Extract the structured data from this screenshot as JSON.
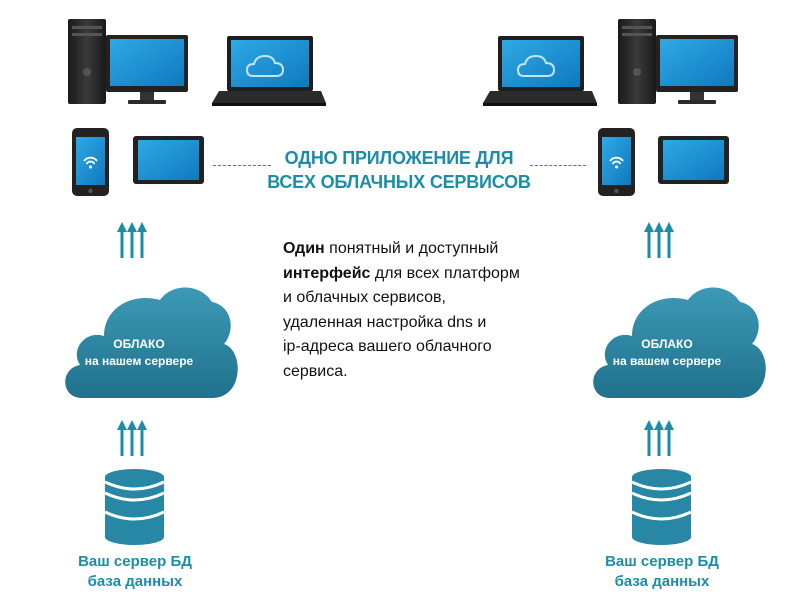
{
  "title": {
    "line1": "ОДНО ПРИЛОЖЕНИЕ ДЛЯ",
    "line2": "ВСЕХ ОБЛАЧНЫХ СЕРВИСОВ"
  },
  "description": {
    "bold1": "Один",
    "text1": " понятный и доступный",
    "bold2": "интерфейс",
    "text2": " для всех платформ",
    "line3": "и облачных сервисов,",
    "line4": "удаленная настройка dns и",
    "line5": "ip-адреса вашего облачного",
    "line6": "сервиса."
  },
  "left": {
    "cloud_line1": "ОБЛАКО",
    "cloud_line2": "на нашем сервере",
    "db_line1": "Ваш сервер БД",
    "db_line2": "база данных"
  },
  "right": {
    "cloud_line1": "ОБЛАКО",
    "cloud_line2": "на вашем сервере",
    "db_line1": "Ваш сервер БД",
    "db_line2": "база данных"
  },
  "colors": {
    "accent": "#1b8da7",
    "cloud": "#2b86a3",
    "database": "#2787a4",
    "device_dark": "#2a2a2a",
    "screen_blue": "#1e96d6"
  },
  "icons": [
    "desktop-computer-icon",
    "laptop-cloud-icon",
    "smartphone-wifi-icon",
    "tablet-icon",
    "up-arrows-icon",
    "cloud-icon",
    "database-icon"
  ]
}
